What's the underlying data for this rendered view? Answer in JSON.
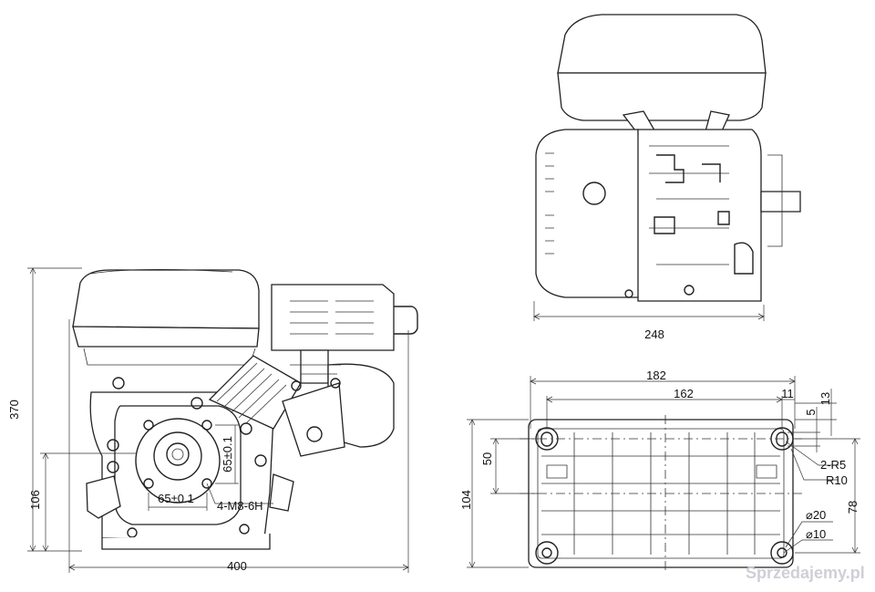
{
  "dimensions": {
    "front_width": "400",
    "front_height": "370",
    "shaft_height": "106",
    "pcd_h": "65±0.1",
    "pcd_v": "65±0.1",
    "bolt_spec": "4-M8-6H",
    "side_depth": "248",
    "base_length": "182",
    "hole_span": "162",
    "edge_11": "11",
    "edge_13": "13",
    "slot_5": "5",
    "slot_radius": "2-R5",
    "corner_radius": "R10",
    "base_depth": "104",
    "hole_pitch_v": "50",
    "base_78": "78",
    "dia_20": "⌀20",
    "dia_10": "⌀10"
  },
  "watermark": "Sprzedajemy.pl"
}
